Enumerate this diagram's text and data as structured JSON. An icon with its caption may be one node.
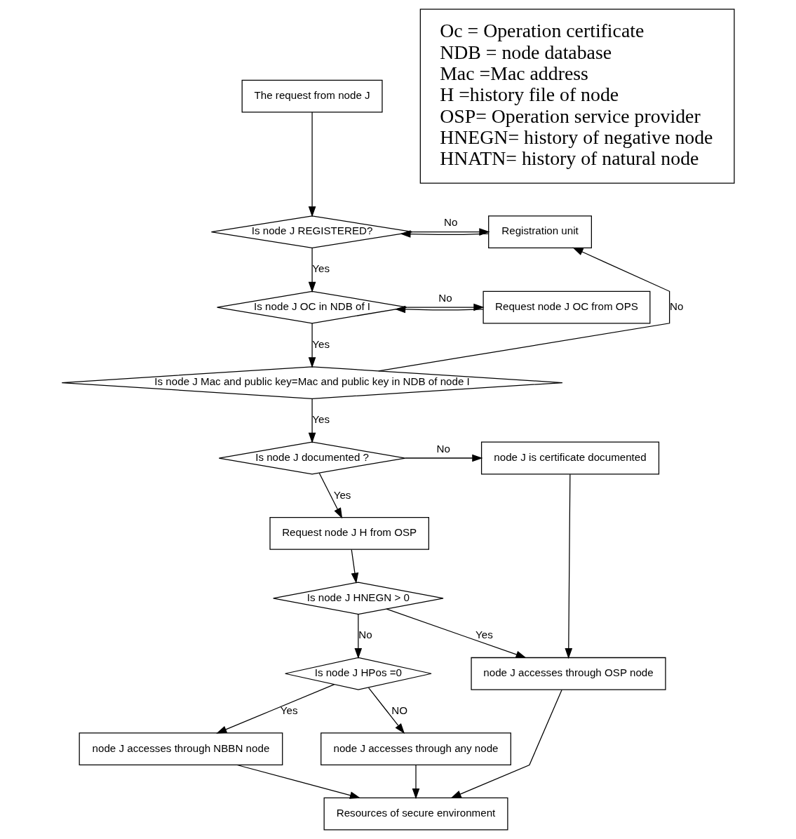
{
  "diagram": {
    "nodes": [
      {
        "text": [
          "The request from node J"
        ]
      },
      {
        "text": [
          "Is node J REGISTERED?"
        ]
      },
      {
        "text": [
          "Registration unit"
        ]
      },
      {
        "text": [
          "Is node J OC in NDB of I"
        ]
      },
      {
        "text": [
          "Request node J OC from OPS"
        ]
      },
      {
        "text": [
          "Is node J Mac and public key=Mac and public key in NDB of node I"
        ]
      },
      {
        "text": [
          "Is node J documented ?"
        ]
      },
      {
        "text": [
          "node J is certificate documented"
        ]
      },
      {
        "text": [
          "Request node J H from OSP"
        ]
      },
      {
        "text": [
          "Is node J HNEGN > 0"
        ]
      },
      {
        "text": [
          "Is node J HPos =0"
        ]
      },
      {
        "text": [
          "node J accesses through OSP node"
        ]
      },
      {
        "text": [
          "node J accesses through NBBN node"
        ]
      },
      {
        "text": [
          "node J accesses through any node"
        ]
      },
      {
        "text": [
          "Resources of secure environment"
        ]
      },
      {
        "text": [
          "Oc = Operation certificate",
          "NDB = node database",
          "Mac =Mac address",
          "H =history file of node",
          "OSP= Operation service provider",
          "HNEGN= history of negative node",
          "HNATN= history of natural node"
        ]
      }
    ],
    "edges": [
      {
        "from": 0,
        "to": 1,
        "arrow": "to"
      },
      {
        "from": 2,
        "to": 1,
        "arrow": "to"
      },
      {
        "from": 1,
        "to": 2,
        "arrow": "to",
        "label": "No"
      },
      {
        "from": 1,
        "to": 3,
        "arrow": "to",
        "label": "Yes"
      },
      {
        "from": 4,
        "to": 3,
        "arrow": "to"
      },
      {
        "from": 3,
        "to": 4,
        "arrow": "to",
        "label": "No"
      },
      {
        "from": 3,
        "to": 5,
        "arrow": "to",
        "label": "Yes"
      },
      {
        "from": 5,
        "to": 2,
        "arrow": "to",
        "label": "No"
      },
      {
        "from": 5,
        "to": 6,
        "arrow": "to",
        "label": "Yes"
      },
      {
        "from": 6,
        "to": 7,
        "arrow": "to",
        "label": "No"
      },
      {
        "from": 6,
        "to": 8,
        "arrow": "to",
        "label": "Yes"
      },
      {
        "from": 8,
        "to": 9,
        "arrow": "to"
      },
      {
        "from": 9,
        "to": 11,
        "arrow": "to",
        "label": "Yes"
      },
      {
        "from": 7,
        "to": 11,
        "arrow": "to"
      },
      {
        "from": 9,
        "to": 10,
        "arrow": "to",
        "label": "No"
      },
      {
        "from": 10,
        "to": 12,
        "arrow": "to",
        "label": "Yes"
      },
      {
        "from": 10,
        "to": 13,
        "arrow": "to",
        "label": "NO"
      },
      {
        "from": 11,
        "to": 14,
        "arrow": "to"
      },
      {
        "from": 12,
        "to": 14,
        "arrow": "to"
      },
      {
        "from": 13,
        "to": 14,
        "arrow": "to"
      }
    ]
  }
}
